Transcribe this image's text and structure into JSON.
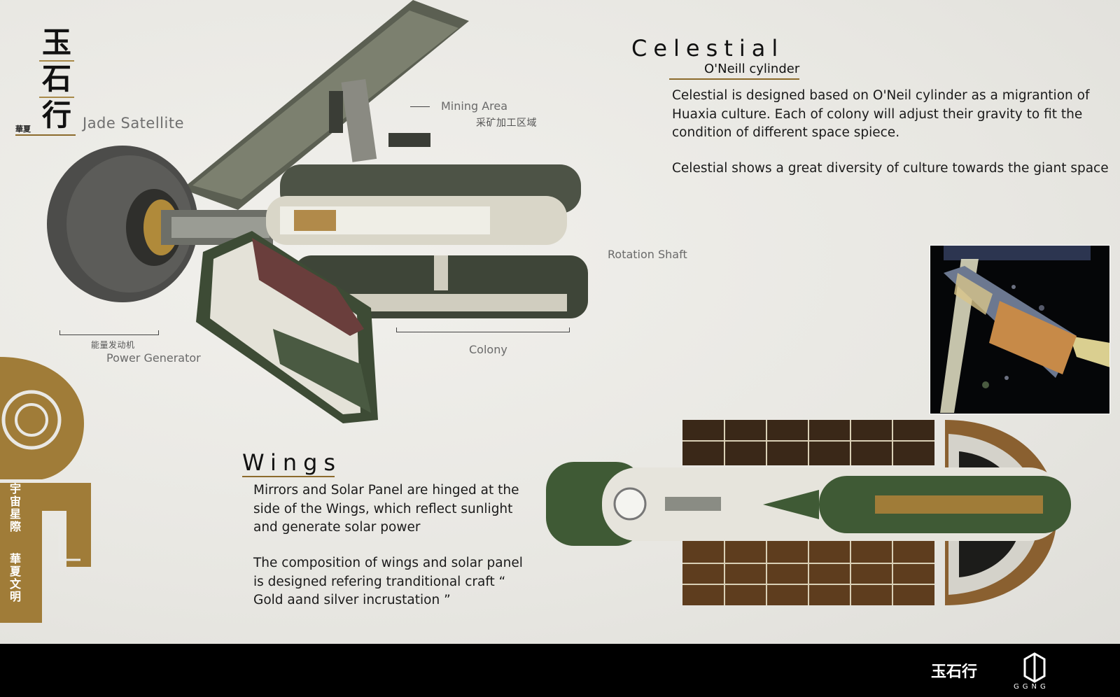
{
  "title": {
    "chars": [
      "玉",
      "石",
      "行"
    ],
    "brand_small": "華夏",
    "subtitle": "Jade Satellite"
  },
  "labels": {
    "mining_area": "Mining Area",
    "mining_area_cn": "采矿加工区域",
    "rotation_shaft": "Rotation Shaft",
    "colony": "Colony",
    "power_generator_cn": "能量发动机",
    "power_generator": "Power Generator"
  },
  "celestial": {
    "heading": "Celestial",
    "subheading": "O'Neill cylinder",
    "para1": "Celestial is designed based on O'Neil cylinder as a migrantion of Huaxia culture.  Each of colony will adjust their gravity to fit the condition of different space spiece.",
    "para2": "Celestial shows a  great diversity of culture towards the giant space"
  },
  "wings": {
    "heading": "Wings",
    "para1": "Mirrors and Solar Panel are hinged at the side of the Wings, which reflect sunlight and generate solar power",
    "para2": "The composition of wings and solar panel is designed refering tranditional craft “ Gold aand silver incrustation ”"
  },
  "side_banner": {
    "text1": "宇宙星際",
    "text2": "華夏文明"
  },
  "footer": {
    "brand": "玉石行",
    "logo_text": "GGNG"
  },
  "colors": {
    "gold": "#a07c38",
    "jade_green": "#3f5a35",
    "footer_bg": "#000000"
  }
}
